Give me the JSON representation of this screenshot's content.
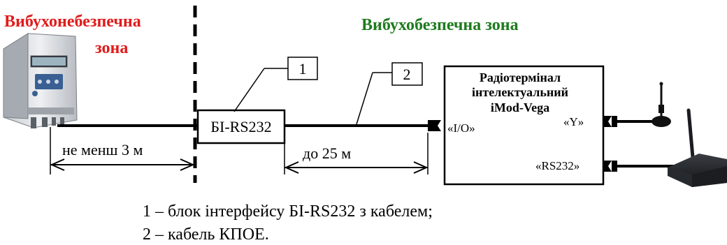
{
  "zones": {
    "hazardous_line1": "Вибухонебезпечна",
    "hazardous_line2": "зона",
    "safe": "Вибухобезпечна зона",
    "hazardous_color": "#e11b1b",
    "safe_color": "#1e7b1e"
  },
  "callouts": {
    "one": "1",
    "two": "2"
  },
  "components": {
    "bi_block": "БІ-RS232",
    "terminal_line1": "Радіотермінал",
    "terminal_line2": "інтелектуальний",
    "terminal_line3": "iMod-Vega",
    "port_io": "«I/O»",
    "port_antenna": "«Y»",
    "port_rs232": "«RS232»"
  },
  "dimensions": {
    "min_distance": "не менш 3 м",
    "max_cable": "до 25 м"
  },
  "legend": {
    "item1": "1 – блок інтерфейсу БІ-RS232 з кабелем;",
    "item2": "2 – кабель КПОЕ."
  },
  "icons": {
    "device": "explosion-proof-controller-icon",
    "antenna": "antenna-icon",
    "router": "wifi-router-icon",
    "connector": "connector-icon"
  }
}
